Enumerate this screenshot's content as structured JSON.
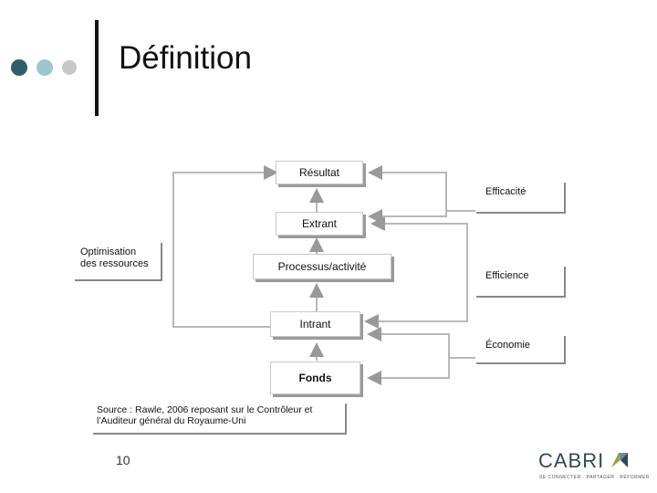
{
  "slide": {
    "title": "Définition",
    "page_number": "10",
    "dot_colors": [
      "#2f5f67",
      "#9cc7cc",
      "#c8c8c8"
    ]
  },
  "diagram": {
    "boxes": {
      "resultat": "Résultat",
      "extrant": "Extrant",
      "processus": "Processus/activité",
      "intrant": "Intrant",
      "fonds": "Fonds"
    },
    "labels": {
      "optimisation_line1": "Optimisation",
      "optimisation_line2": "des ressources",
      "efficacite": "Efficacité",
      "efficience": "Efficience",
      "economie": "Économie"
    },
    "source_line1": "Source : Rawle, 2006 reposant sur le Contrôleur et",
    "source_line2": "l’Auditeur général du Royaume-Uni"
  },
  "logo": {
    "name": "CABRI",
    "tagline": "SE CONNECTER · PARTAGER · RÉFORMER",
    "colors": [
      "#2f4a57",
      "#8aa84a",
      "#6a8a9a"
    ]
  }
}
